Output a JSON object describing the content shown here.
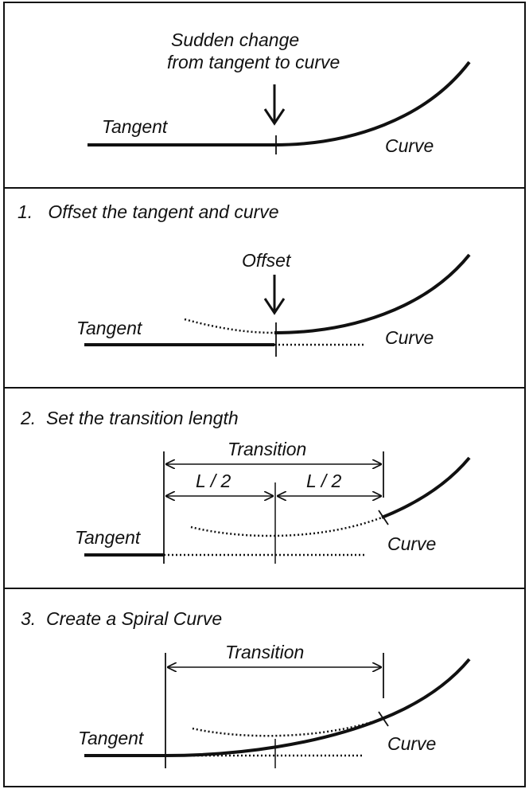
{
  "panels": [
    {
      "title": "",
      "arrow_label_lines": [
        "Sudden change",
        "from tangent to curve"
      ],
      "tangent_label": "Tangent",
      "curve_label": "Curve"
    },
    {
      "title": "1.   Offset the tangent and curve",
      "arrow_label_lines": [
        "Offset"
      ],
      "tangent_label": "Tangent",
      "curve_label": "Curve"
    },
    {
      "title": "2.  Set the transition length",
      "dimension_label": "Transition",
      "half_label_left": "L / 2",
      "half_label_right": "L / 2",
      "tangent_label": "Tangent",
      "curve_label": "Curve"
    },
    {
      "title": "3.  Create a Spiral Curve",
      "dimension_label": "Transition",
      "tangent_label": "Tangent",
      "curve_label": "Curve"
    }
  ]
}
